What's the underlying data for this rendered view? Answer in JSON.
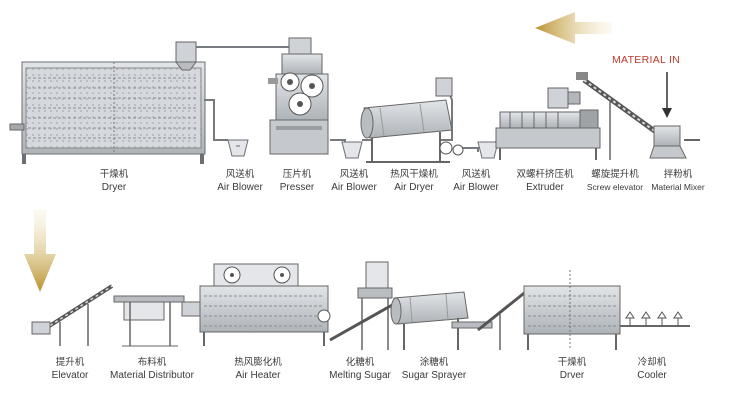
{
  "flow": {
    "material_in": "MATERIAL IN",
    "row1": [
      {
        "id": "dryer-1",
        "cn": "干燥机",
        "en": "Dryer"
      },
      {
        "id": "air-blower-1",
        "cn": "风送机",
        "en": "Air Blower"
      },
      {
        "id": "presser",
        "cn": "压片机",
        "en": "Presser"
      },
      {
        "id": "air-blower-2",
        "cn": "风送机",
        "en": "Air Blower"
      },
      {
        "id": "air-dryer",
        "cn": "热风干燥机",
        "en": "Air Dryer"
      },
      {
        "id": "air-blower-3",
        "cn": "风送机",
        "en": "Air Blower"
      },
      {
        "id": "extruder",
        "cn": "双螺杆挤压机",
        "en": "Extruder"
      },
      {
        "id": "screw-elevator",
        "cn": "螺旋提升机",
        "en": "Screw elevator"
      },
      {
        "id": "material-mixer",
        "cn": "拌粉机",
        "en": "Material Mixer"
      }
    ],
    "row2": [
      {
        "id": "elevator",
        "cn": "提升机",
        "en": "Elevator"
      },
      {
        "id": "material-distributor",
        "cn": "布料机",
        "en": "Material Distributor"
      },
      {
        "id": "air-heater",
        "cn": "热风膨化机",
        "en": "Air Heater"
      },
      {
        "id": "melting-sugar",
        "cn": "化糖机",
        "en": "Melting Sugar"
      },
      {
        "id": "sugar-sprayer",
        "cn": "涂糖机",
        "en": "Sugar Sprayer"
      },
      {
        "id": "dryer-2",
        "cn": "干燥机",
        "en": "Drver"
      },
      {
        "id": "cooler",
        "cn": "冷却机",
        "en": "Cooler"
      }
    ]
  },
  "colors": {
    "machine": "#c9cdd2",
    "outline": "#6b6f74",
    "arrow": "#c9a24a",
    "pipe": "#777b80"
  }
}
